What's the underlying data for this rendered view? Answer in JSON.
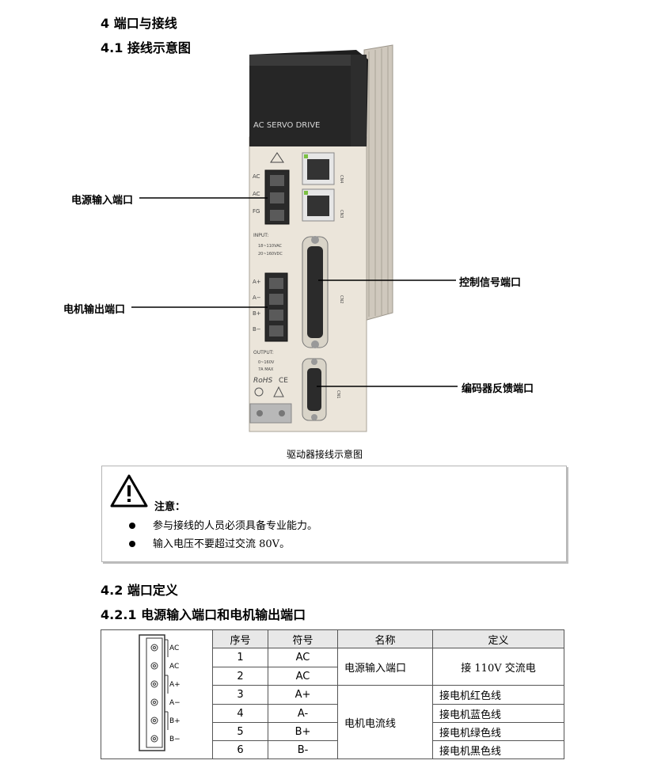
{
  "headings": {
    "h1": "4 端口与接线",
    "h2": "4.1 接线示意图",
    "h3": "4.2 端口定义",
    "h4": "4.2.1 电源输入端口和电机输出端口"
  },
  "figure": {
    "caption": "驱动器接线示意图",
    "callouts": {
      "power_input": "电源输入端口",
      "motor_output": "电机输出端口",
      "control_signal": "控制信号端口",
      "encoder_feedback": "编码器反馈端口"
    },
    "device": {
      "brand_label": "AC SERVO DRIVE",
      "power_pins": [
        "AC",
        "AC",
        "FG"
      ],
      "input_label": "INPUT:",
      "input_spec_1": "18~110VAC",
      "input_spec_2": "20~160VDC",
      "motor_pins": [
        "A+",
        "A−",
        "B+",
        "B−"
      ],
      "output_label": "OUTPUT:",
      "output_spec_1": "0~160V",
      "output_spec_2": "7A MAX",
      "rohs": "RoHS",
      "ce": "CE",
      "cn4": "CN4",
      "cn3": "CN3",
      "cn2": "CN2",
      "cn1": "CN1"
    }
  },
  "notice": {
    "title": "注意：",
    "items": [
      "参与接线的人员必须具备专业能力。",
      "输入电压不要超过交流 80V。"
    ]
  },
  "connector_labels": [
    "AC",
    "AC",
    "A+",
    "A−",
    "B+",
    "B−"
  ],
  "table": {
    "headers": [
      "序号",
      "符号",
      "名称",
      "定义"
    ],
    "rows": [
      {
        "no": "1",
        "sym": "AC",
        "def": ""
      },
      {
        "no": "2",
        "sym": "AC",
        "def": ""
      },
      {
        "no": "3",
        "sym": "A+",
        "def": "接电机红色线"
      },
      {
        "no": "4",
        "sym": "A-",
        "def": "接电机蓝色线"
      },
      {
        "no": "5",
        "sym": "B+",
        "def": "接电机绿色线"
      },
      {
        "no": "6",
        "sym": "B-",
        "def": "接电机黑色线"
      }
    ],
    "group_power_name": "电源输入端口",
    "group_power_def": "接 110V 交流电",
    "group_motor_name": "电机电流线"
  }
}
